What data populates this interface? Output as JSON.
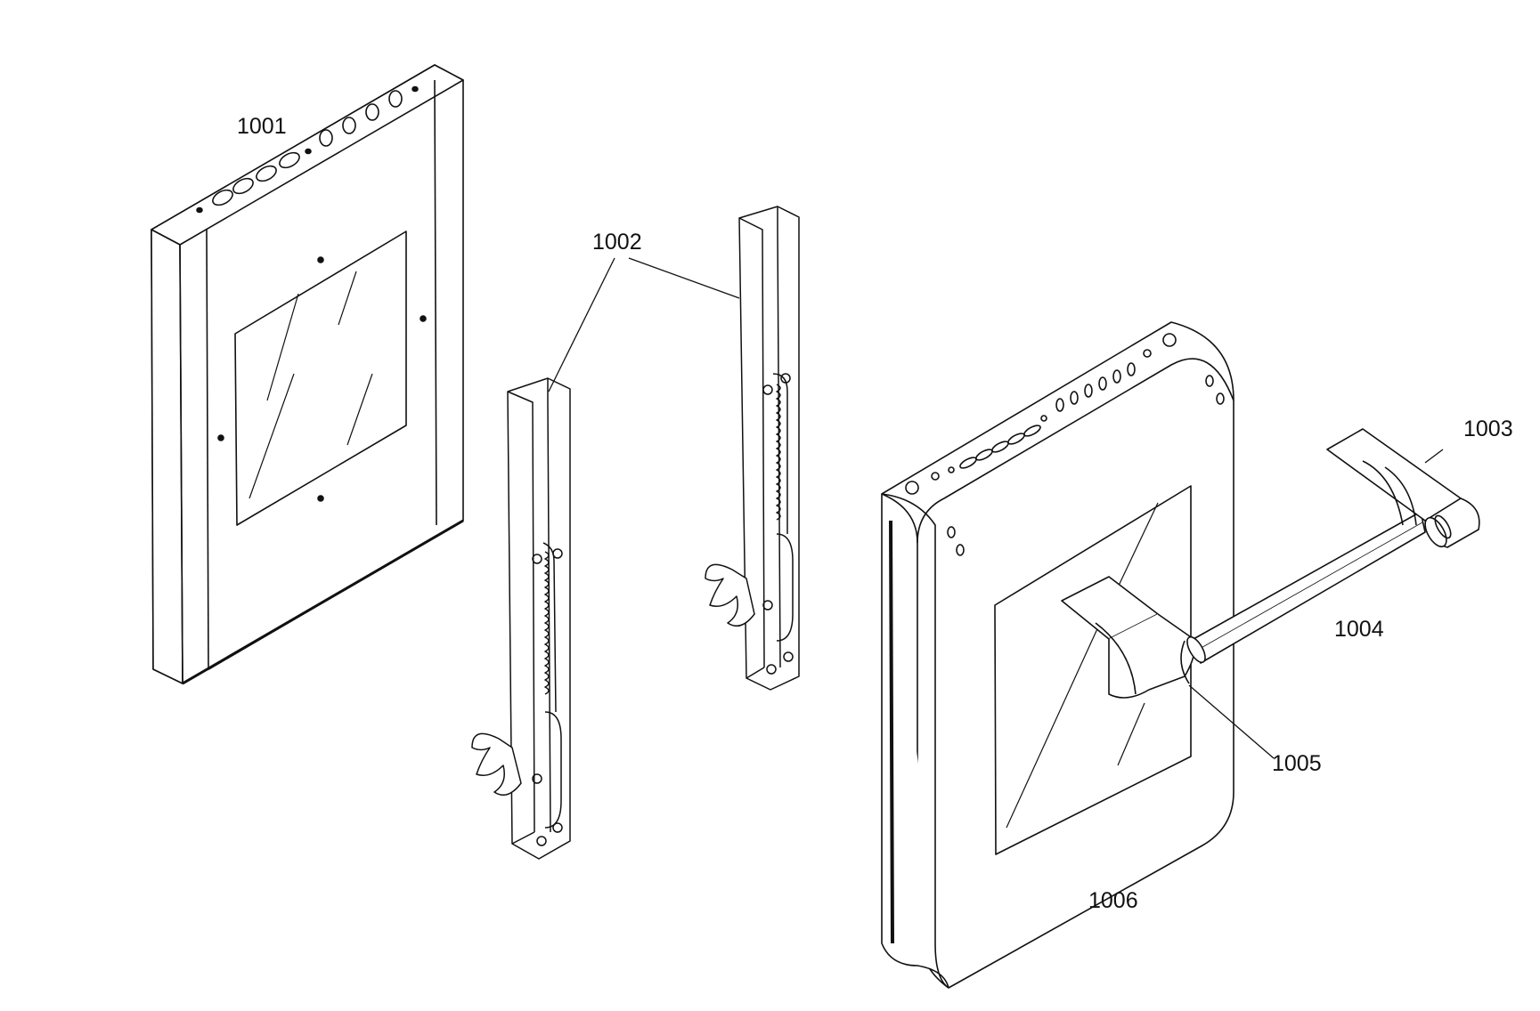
{
  "figure": {
    "line_color": "#111111",
    "background": "#ffffff",
    "reference_numerals": [
      {
        "id": "door-inner-panel",
        "text": "1001"
      },
      {
        "id": "hinges",
        "text": "1002"
      },
      {
        "id": "handle-end-cap",
        "text": "1003"
      },
      {
        "id": "handle-bar",
        "text": "1004"
      },
      {
        "id": "handle-mount",
        "text": "1005"
      },
      {
        "id": "door-outer-panel",
        "text": "1006"
      }
    ]
  }
}
